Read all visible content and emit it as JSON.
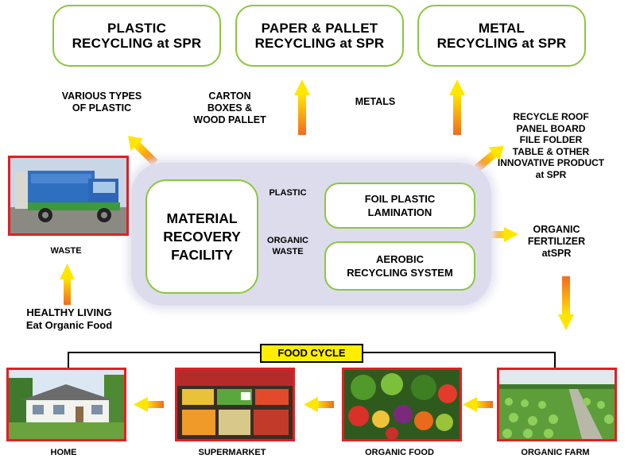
{
  "destinations": {
    "plastic": "PLASTIC\nRECYCLING at SPR",
    "paper": "PAPER & PALLET\nRECYCLING at SPR",
    "metal": "METAL\nRECYCLING at SPR"
  },
  "materials": {
    "plastic_types": "VARIOUS TYPES\nOF PLASTIC",
    "carton": "CARTON\nBOXES &\nWOOD PALLET",
    "metals": "METALS",
    "innovative": "RECYCLE ROOF\nPANEL BOARD\nFILE FOLDER\nTABLE & OTHER\nINNOVATIVE PRODUCT\nat SPR",
    "organic_fertilizer": "ORGANIC\nFERTILIZER\natSPR"
  },
  "facility": {
    "title": "MATERIAL\nRECOVERY\nFACILITY",
    "plastic_flow": "PLASTIC",
    "organic_flow": "ORGANIC\nWASTE",
    "foil": "FOIL PLASTIC\nLAMINATION",
    "aerobic": "AEROBIC\nRECYCLING SYSTEM"
  },
  "left_side": {
    "waste": "WASTE",
    "healthy": "HEALTHY LIVING\nEat Organic Food"
  },
  "food_cycle": {
    "title": "FOOD CYCLE",
    "home": "HOME",
    "supermarket": "SUPERMARKET",
    "organic_food": "ORGANIC FOOD",
    "organic_farm": "ORGANIC FARM"
  },
  "colors": {
    "box_border": "#8cc63f",
    "photo_border": "#e31e24",
    "arrow_light": "#ffe600",
    "arrow_dark": "#f26b21",
    "panel": "#dcdcec",
    "food_cycle_bg": "#ffee00"
  }
}
